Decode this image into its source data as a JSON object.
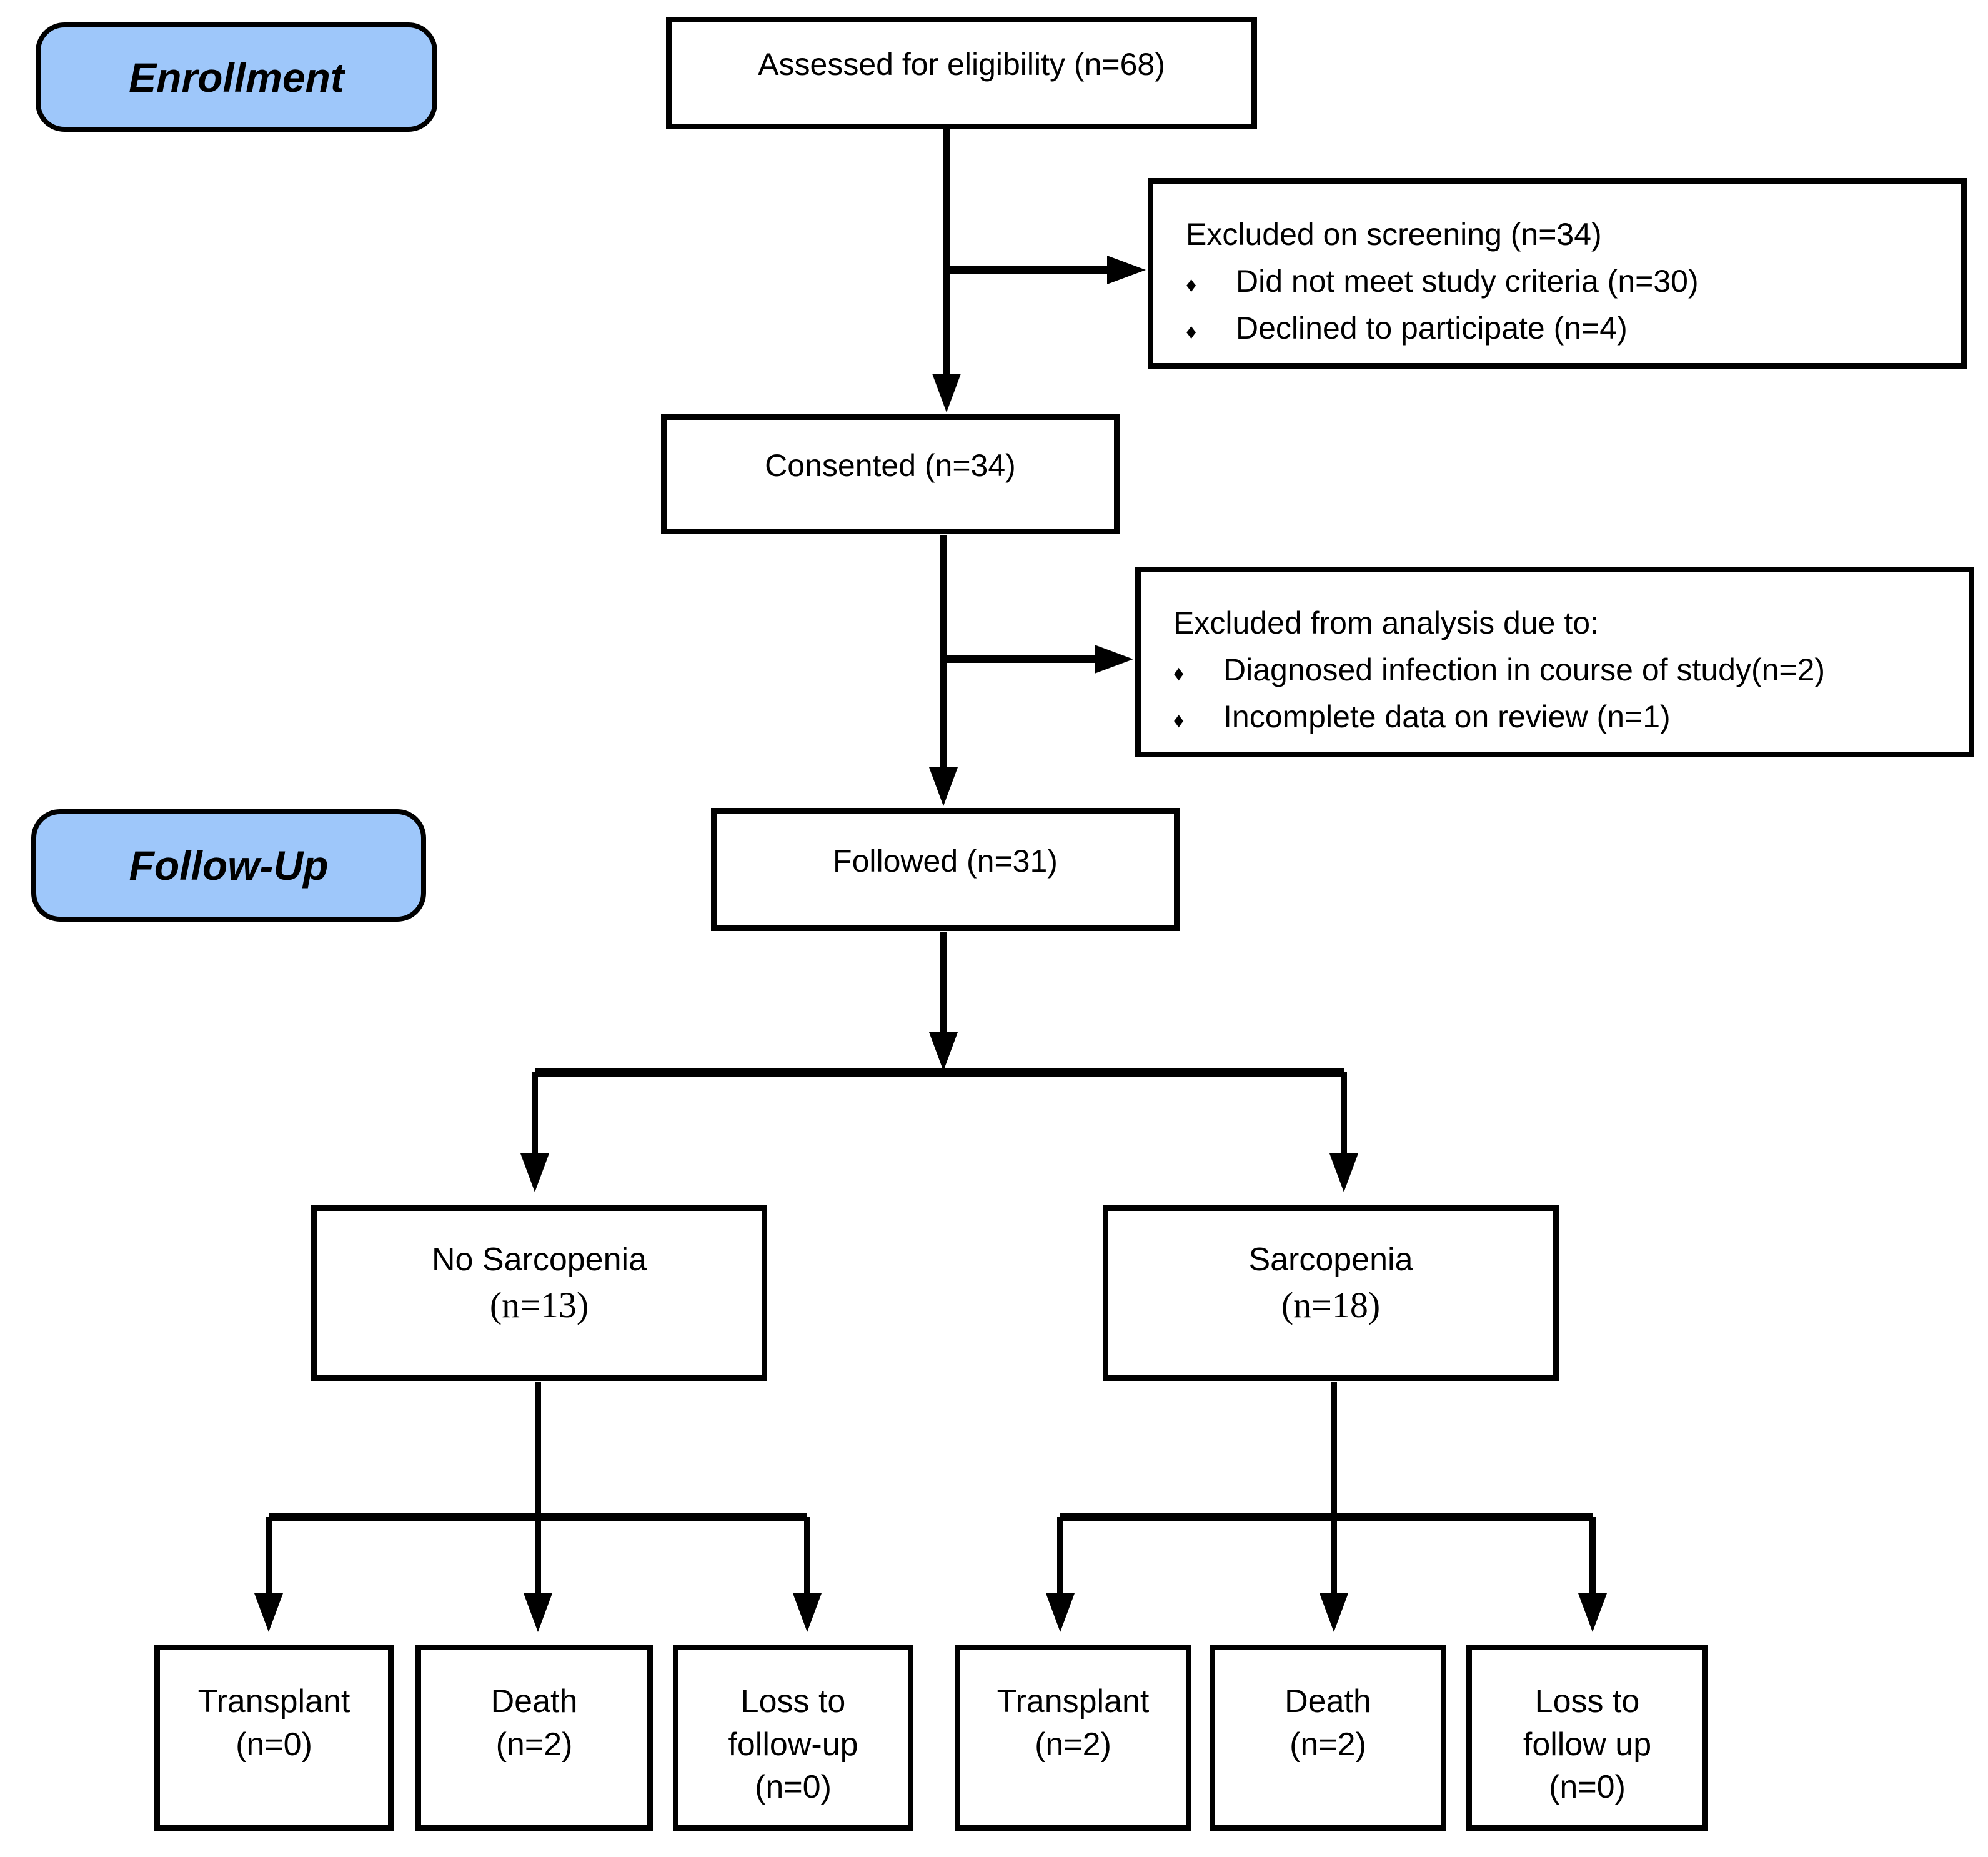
{
  "colors": {
    "stage_fill": "#9EC7FA",
    "line_color": "#000000",
    "box_background": "#FFFFFF"
  },
  "bullet_glyph": "♦",
  "stages": {
    "enrollment": "Enrollment",
    "followup": "Follow-Up"
  },
  "boxes": {
    "assessed": {
      "text": "Assessed for eligibility (n=68)"
    },
    "excluded_screening": {
      "title": "Excluded on screening (n=34)",
      "bullets": [
        "Did not meet study criteria (n=30)",
        "Declined to participate (n=4)"
      ]
    },
    "consented": {
      "text": "Consented (n=34)"
    },
    "excluded_analysis": {
      "title": "Excluded from analysis due to:",
      "bullets": [
        "Diagnosed infection in course of study(n=2)",
        "Incomplete data on review (n=1)"
      ]
    },
    "followed": {
      "text": "Followed (n=31)"
    },
    "group_left": {
      "line1": "No Sarcopenia",
      "line2": "(n=13)"
    },
    "group_right": {
      "line1": "Sarcopenia",
      "line2": "(n=18)"
    },
    "outcomes_left": [
      {
        "line1": "Transplant",
        "line2": "(n=0)",
        "line3": ""
      },
      {
        "line1": "Death",
        "line2": "(n=2)",
        "line3": ""
      },
      {
        "line1": "Loss to",
        "line2": "follow-up",
        "line3": "(n=0)"
      }
    ],
    "outcomes_right": [
      {
        "line1": "Transplant",
        "line2": "(n=2)",
        "line3": ""
      },
      {
        "line1": "Death",
        "line2": "(n=2)",
        "line3": ""
      },
      {
        "line1": "Loss to",
        "line2": "follow up",
        "line3": "(n=0)"
      }
    ]
  }
}
